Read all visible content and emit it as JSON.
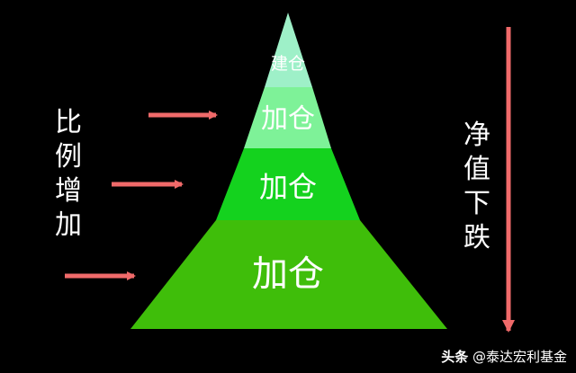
{
  "pyramid": {
    "layers": [
      {
        "label": "建仓",
        "color": "#9ef0c8"
      },
      {
        "label": "加仓",
        "color": "#7ef298"
      },
      {
        "label": "加仓",
        "color": "#14d21e"
      },
      {
        "label": "加仓",
        "color": "#3fbe0a"
      }
    ]
  },
  "left_label": "比例增加",
  "right_label": "净值下跌",
  "arrow_color": "#f06a6a",
  "watermark": {
    "brand": "头条",
    "account": "@泰达宏利基金"
  }
}
